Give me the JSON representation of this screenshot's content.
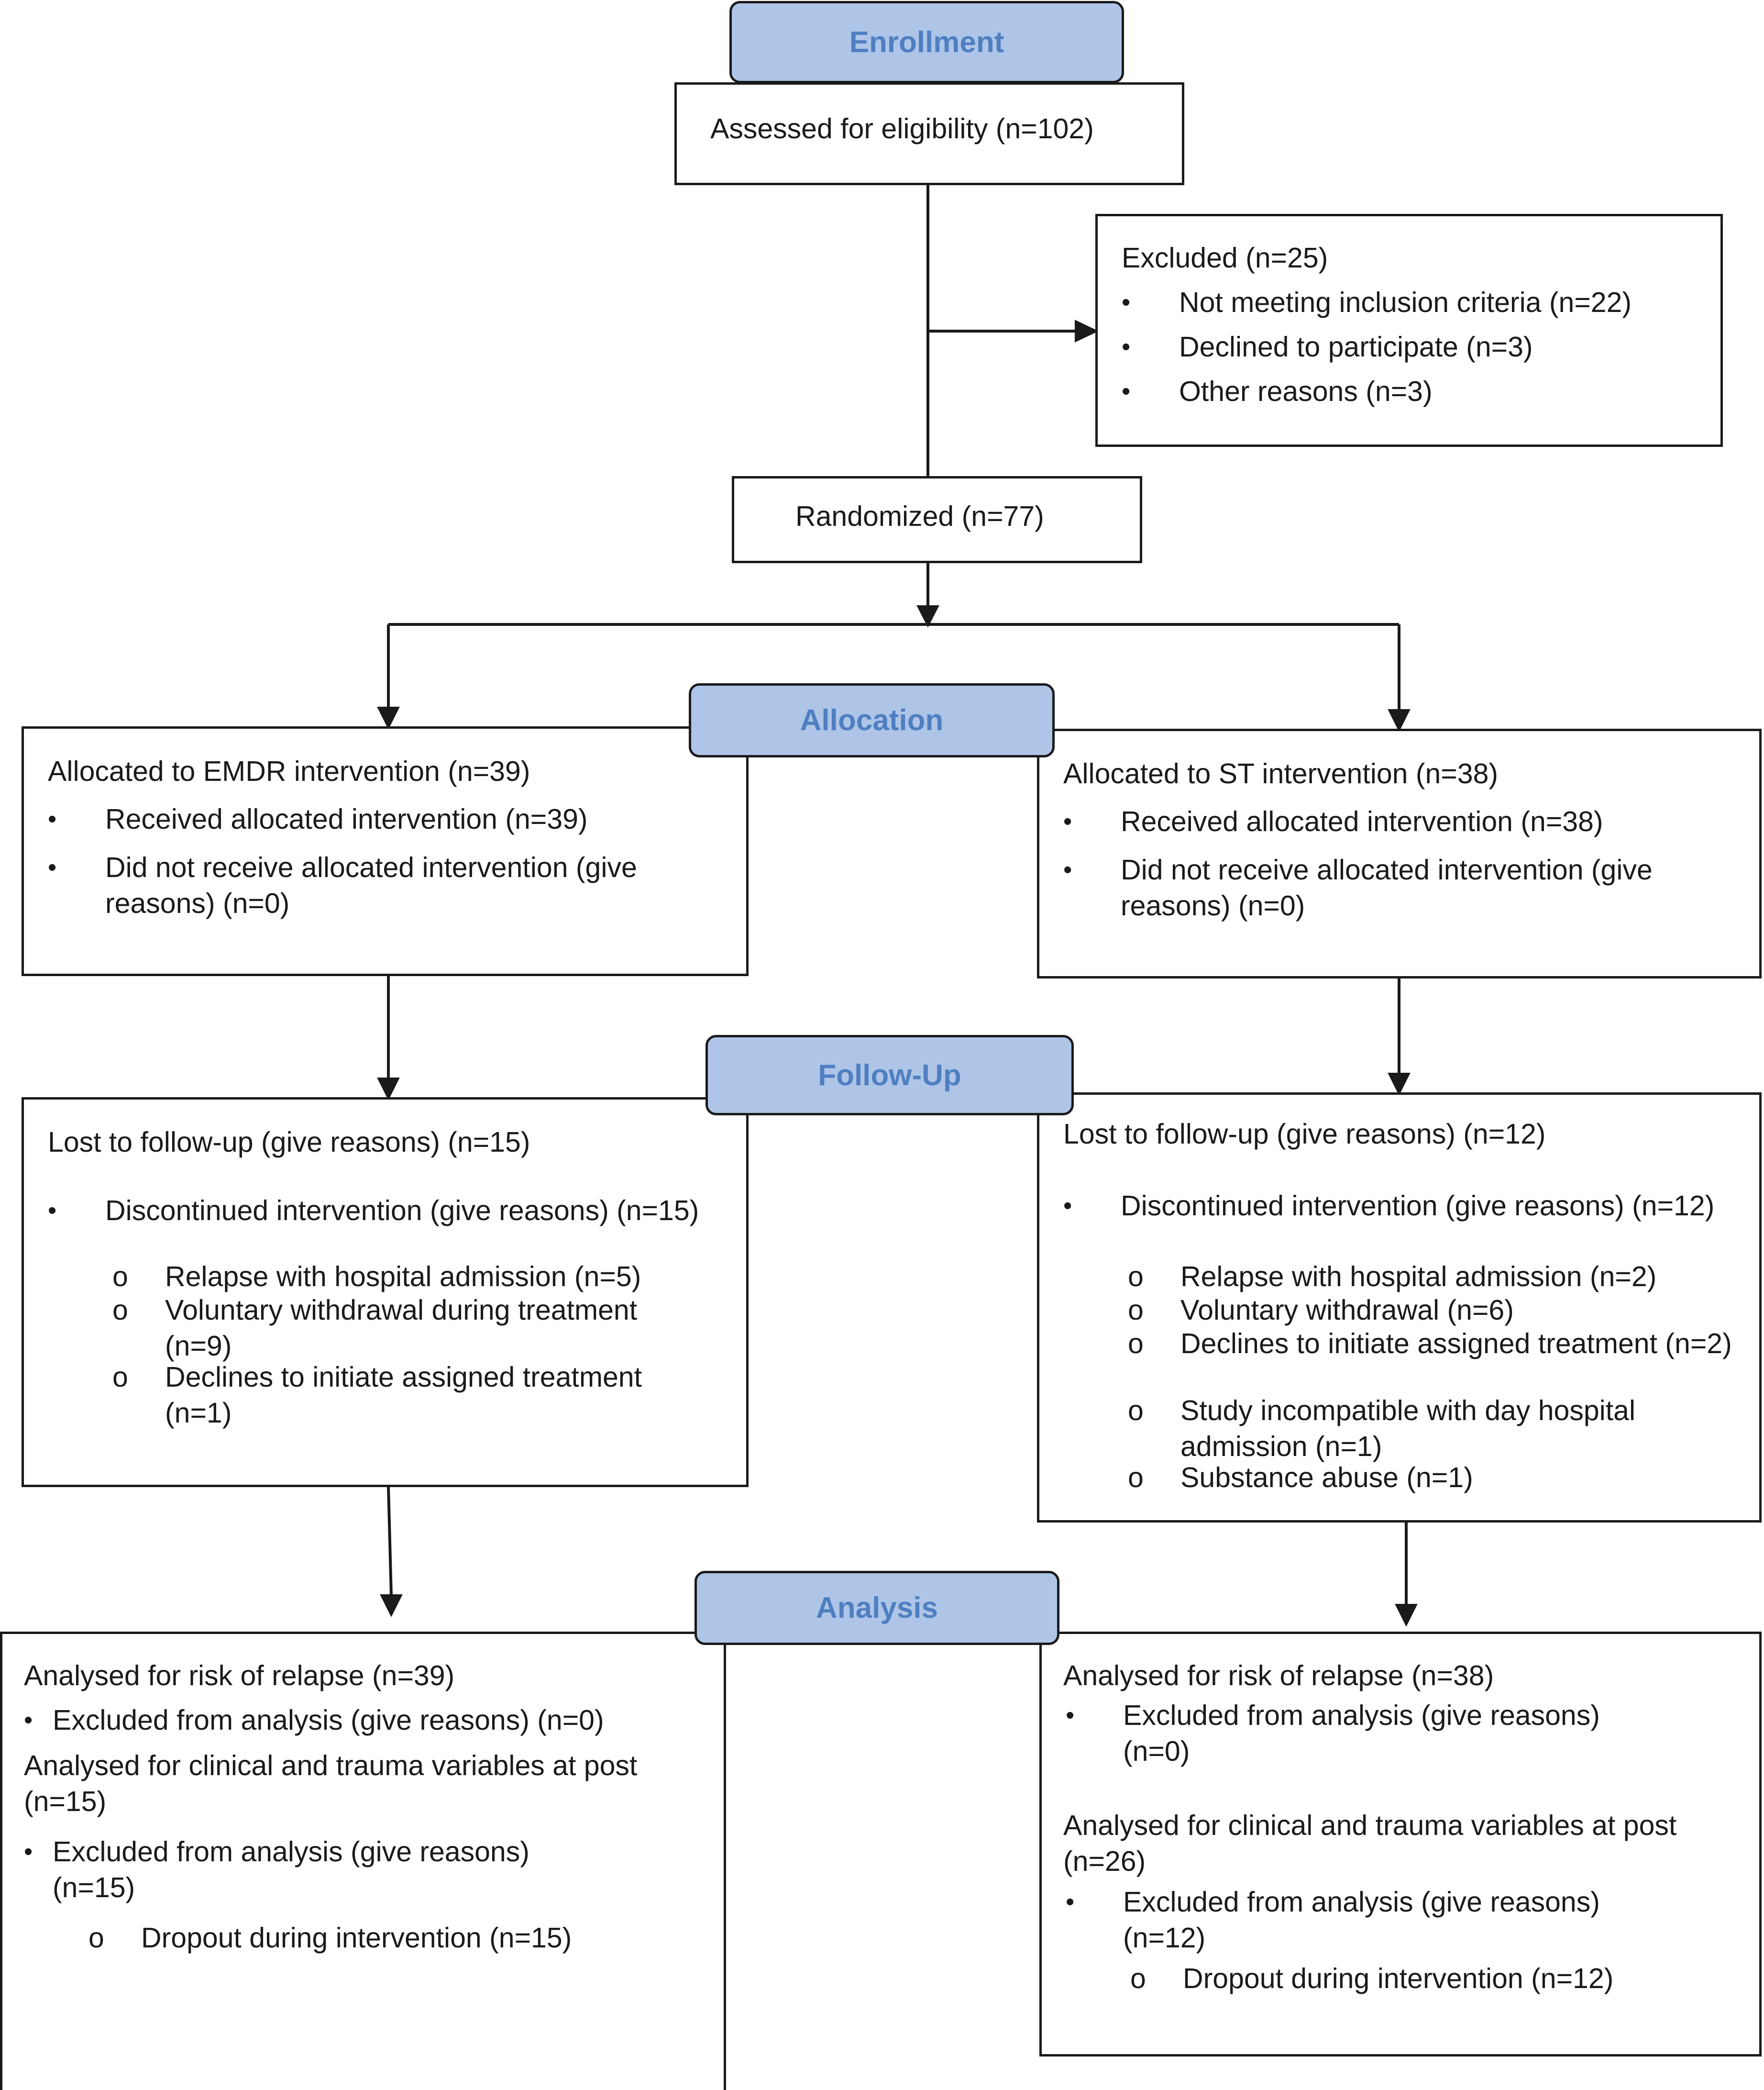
{
  "headers": {
    "enrollment": "Enrollment",
    "allocation": "Allocation",
    "follow_up": "Follow-Up",
    "analysis": "Analysis"
  },
  "enrollment": {
    "assessed": "Assessed for eligibility (n=102)",
    "excluded": {
      "title": "Excluded (n=25)",
      "items": [
        "Not meeting inclusion criteria (n=22)",
        "Declined to participate (n=3)",
        "Other reasons (n=3)"
      ]
    },
    "randomized": "Randomized (n=77)"
  },
  "allocation": {
    "left": {
      "title": "Allocated to EMDR intervention (n=39)",
      "received": "Received allocated intervention (n=39)",
      "not_received": "Did not receive allocated intervention (give reasons) (n=0)"
    },
    "right": {
      "title": "Allocated to ST intervention (n=38)",
      "received": "Received allocated intervention (n=38)",
      "not_received": "Did not receive allocated intervention (give reasons) (n=0)"
    }
  },
  "follow_up": {
    "left": {
      "title": "Lost to follow-up (give reasons) (n=15)",
      "discontinued": "Discontinued intervention (give reasons) (n=15)",
      "reasons": [
        "Relapse with hospital admission (n=5)",
        "Voluntary withdrawal during treatment (n=9)",
        "Declines to initiate assigned treatment (n=1)"
      ]
    },
    "right": {
      "title": "Lost to follow-up (give reasons) (n=12)",
      "discontinued": "Discontinued intervention (give reasons) (n=12)",
      "reasons": [
        "Relapse with hospital admission (n=2)",
        "Voluntary withdrawal (n=6)",
        "Declines to initiate assigned treatment (n=2)",
        "Study incompatible with day hospital admission (n=1)",
        "Substance abuse (n=1)"
      ]
    }
  },
  "analysis": {
    "left": {
      "relapse": "Analysed for risk of relapse (n=39)",
      "relapse_excluded": "Excluded from analysis (give reasons) (n=0)",
      "clinical": "Analysed for clinical and trauma variables at post (n=15)",
      "clinical_excluded": "Excluded from analysis (give reasons) (n=15)",
      "dropout": "Dropout during intervention (n=15)"
    },
    "right": {
      "relapse": "Analysed for risk of relapse (n=38)",
      "relapse_excluded": "Excluded from analysis (give reasons) (n=0)",
      "clinical": "Analysed for clinical and trauma variables at post (n=26)",
      "clinical_excluded": "Excluded from analysis (give reasons) (n=12)",
      "dropout": "Dropout during intervention (n=12)"
    }
  }
}
